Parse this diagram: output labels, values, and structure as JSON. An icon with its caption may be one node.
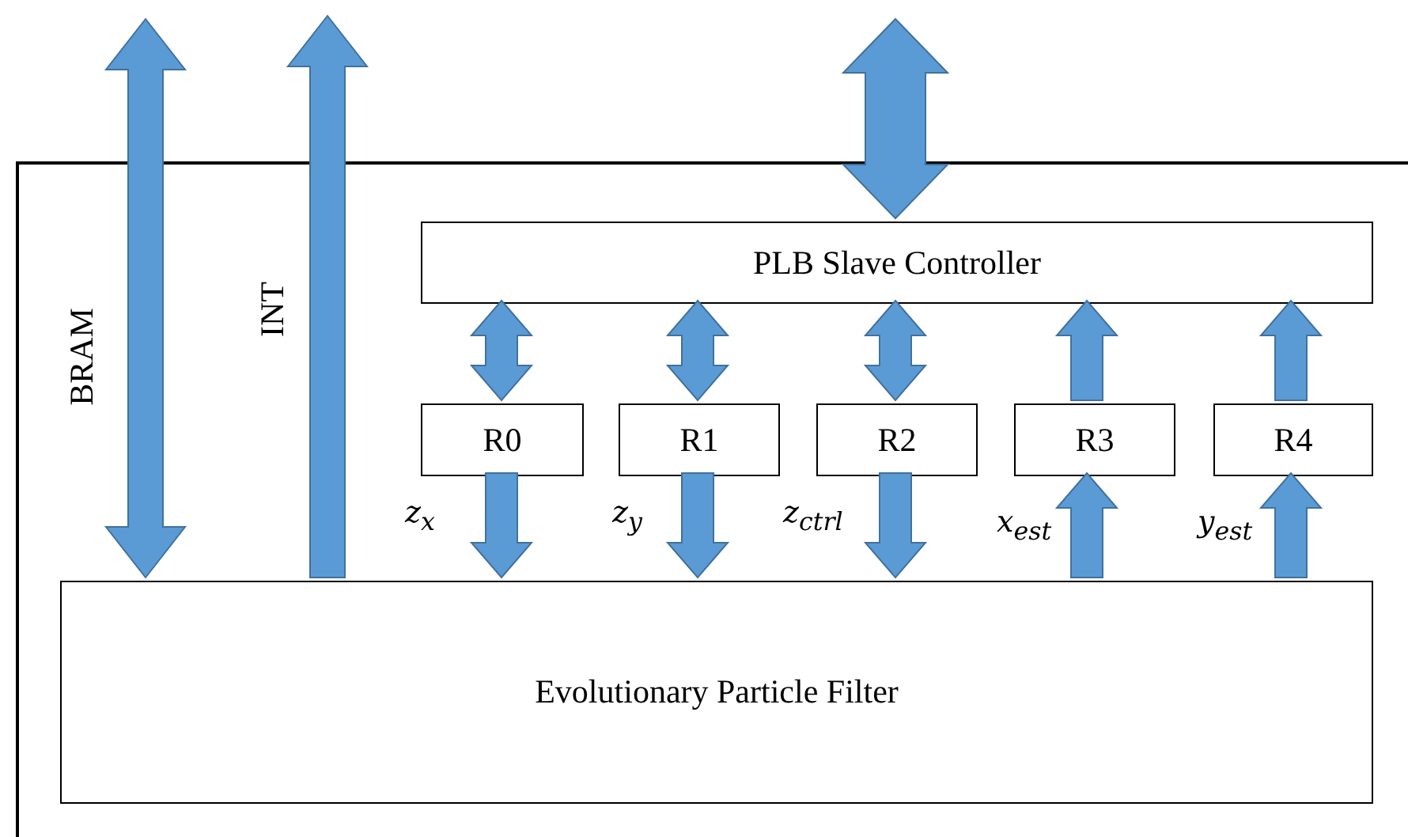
{
  "diagram": {
    "nodes": [
      {
        "text": [],
        "shape": "box"
      },
      {
        "text": [
          "PLB Slave Controller"
        ],
        "in": 0
      },
      {
        "text": [
          "R0"
        ],
        "in": 0
      },
      {
        "text": [
          "R1"
        ],
        "in": 0
      },
      {
        "text": [
          "R2"
        ],
        "in": 0
      },
      {
        "text": [
          "R3"
        ],
        "in": 0
      },
      {
        "text": [
          "R4"
        ],
        "in": 0
      },
      {
        "text": [
          "Evolutionary Particle Filter"
        ],
        "in": 0
      }
    ],
    "edges": [
      {
        "from": null,
        "to": 7,
        "arrow": "both",
        "label": "BRAM"
      },
      {
        "from": 7,
        "to": null,
        "arrow": "to",
        "label": "INT"
      },
      {
        "from": null,
        "to": 1,
        "arrow": "both"
      },
      {
        "from": 1,
        "to": 2,
        "arrow": "both"
      },
      {
        "from": 1,
        "to": 3,
        "arrow": "both"
      },
      {
        "from": 1,
        "to": 4,
        "arrow": "both"
      },
      {
        "from": 5,
        "to": 1,
        "arrow": "to"
      },
      {
        "from": 6,
        "to": 1,
        "arrow": "to"
      },
      {
        "from": 2,
        "to": 7,
        "arrow": "to",
        "label": "z$_{x}$"
      },
      {
        "from": 3,
        "to": 7,
        "arrow": "to",
        "label": "z$_{y}$"
      },
      {
        "from": 4,
        "to": 7,
        "arrow": "to",
        "label": "z$_{ctrl}$"
      },
      {
        "from": 7,
        "to": 5,
        "arrow": "to",
        "label": "x$_{est}$"
      },
      {
        "from": 7,
        "to": 6,
        "arrow": "to",
        "label": "y$_{est}$"
      }
    ]
  }
}
